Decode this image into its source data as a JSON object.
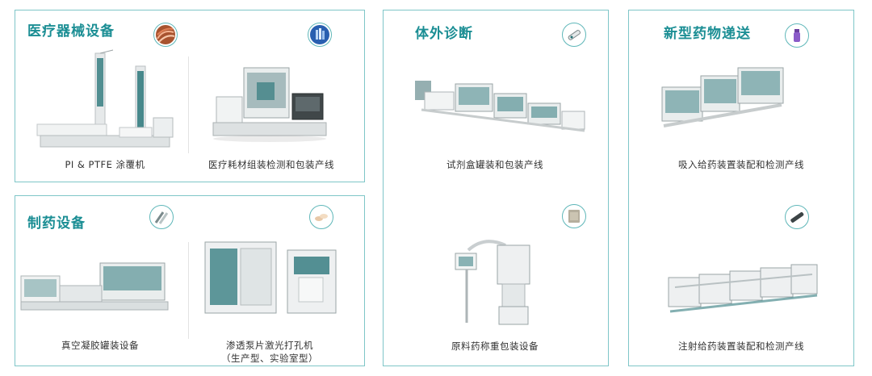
{
  "panels": {
    "medical_devices": {
      "title": "医疗器械设备",
      "items": [
        {
          "caption": "PI & PTFE 涂覆机",
          "icon": "tubing-icon"
        },
        {
          "caption": "医疗耗材组装检测和包装产线",
          "icon": "vials-icon"
        }
      ]
    },
    "pharma": {
      "title": "制药设备",
      "items": [
        {
          "caption": "真空凝胶罐装设备",
          "icon": "capsule-tools-icon"
        },
        {
          "caption_line1": "渗透泵片激光打孔机",
          "caption_line2": "（生产型、实验室型）",
          "icon": "tablets-icon"
        }
      ]
    },
    "ivd": {
      "title": "体外诊断",
      "items": [
        {
          "caption": "试剂盒罐装和包装产线",
          "icon": "test-strip-icon"
        },
        {
          "caption": "原料药称重包装设备",
          "icon": "powder-bag-icon"
        }
      ]
    },
    "drug_delivery": {
      "title": "新型药物递送",
      "items": [
        {
          "caption": "吸入给药装置装配和检测产线",
          "icon": "inhaler-icon"
        },
        {
          "caption": "注射给药装置装配和检测产线",
          "icon": "injector-icon"
        }
      ]
    }
  },
  "colors": {
    "accent": "#1b8e94",
    "border": "#7fc6c8",
    "machine_teal": "#1f6f73"
  }
}
